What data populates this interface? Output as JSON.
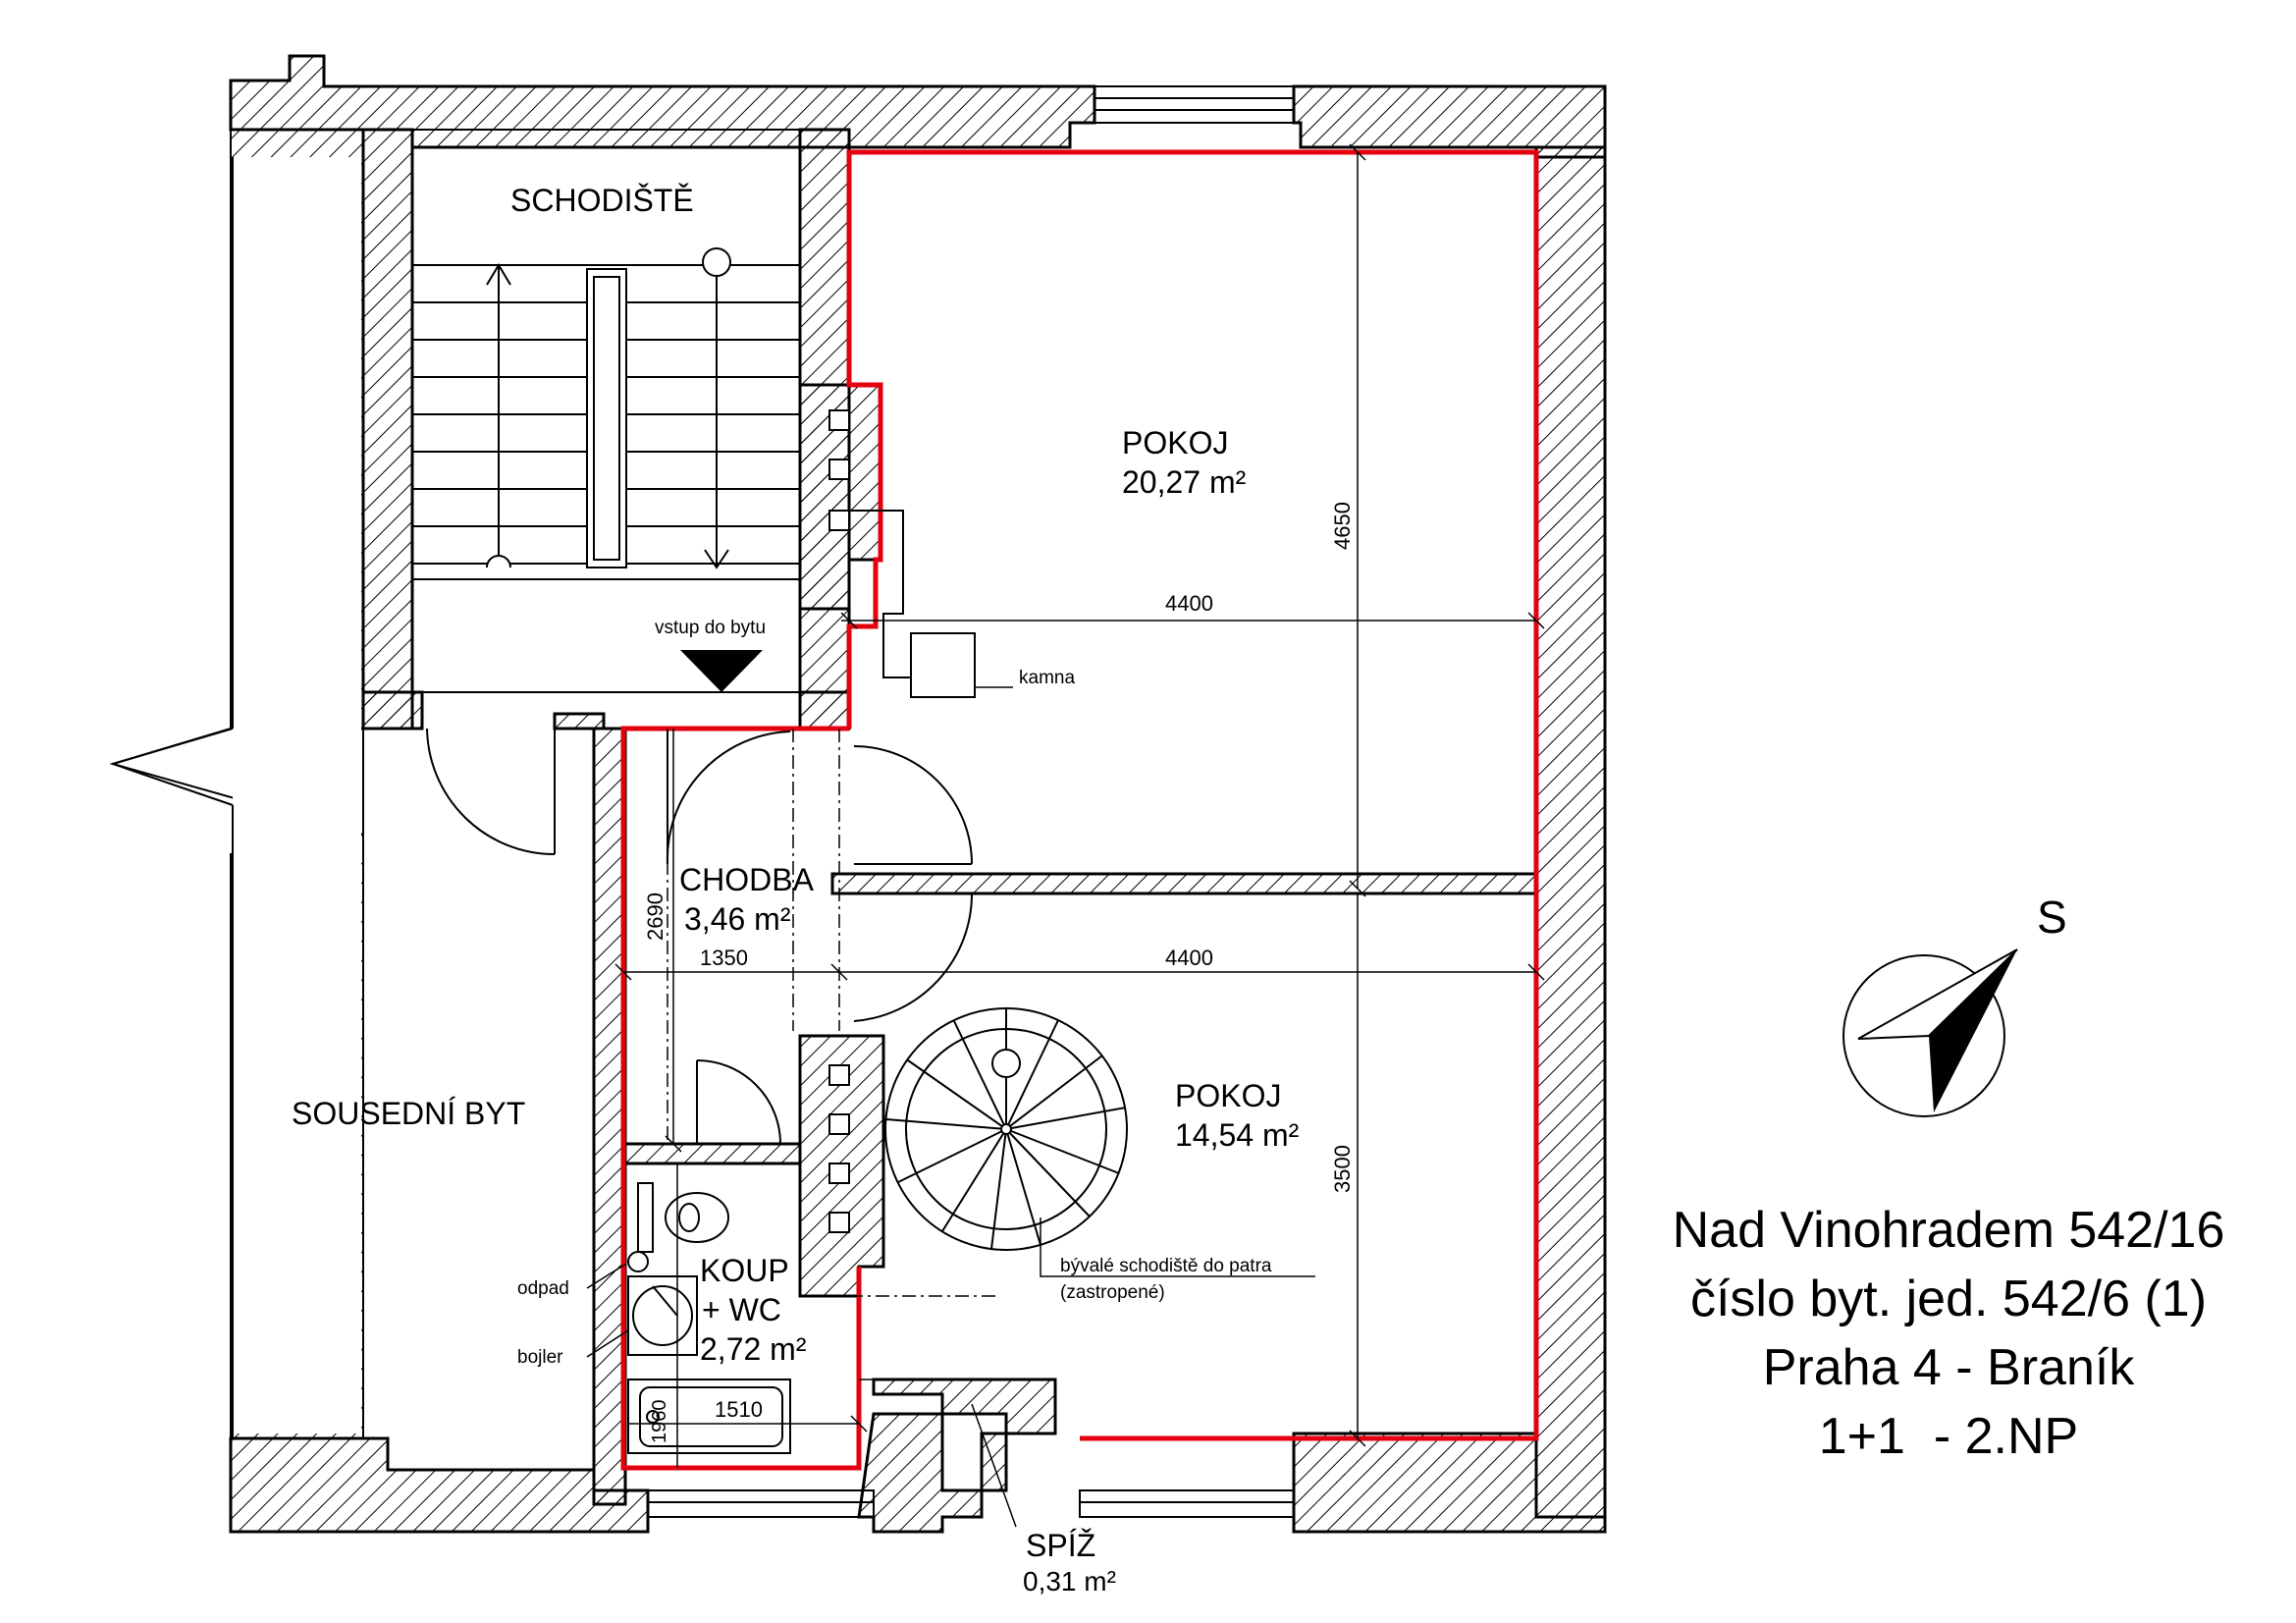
{
  "rooms": {
    "stairwell": {
      "name": "SCHODIŠTĚ"
    },
    "room1": {
      "name": "POKOJ",
      "area": "20,27 m²"
    },
    "corridor": {
      "name": "CHODBA",
      "area": "3,46 m²"
    },
    "room2": {
      "name": "POKOJ",
      "area": "14,54 m²"
    },
    "bathroom": {
      "name_line1": "KOUP",
      "name_line2": "+ WC",
      "area": "2,72 m²"
    },
    "pantry": {
      "name": "SPÍŽ",
      "area": "0,31 m²"
    },
    "neighbour": {
      "name": "SOUSEDNÍ BYT"
    }
  },
  "labels": {
    "entrance": "vstup do bytu",
    "stove": "kamna",
    "drain": "odpad",
    "boiler": "bojler",
    "old_stairs_line1": "bývalé schodiště do patra",
    "old_stairs_line2": "(zastropené)"
  },
  "dimensions": {
    "room1_width": "4400",
    "room1_depth": "4650",
    "room2_width": "4400",
    "room2_depth": "3500",
    "corridor_width": "1350",
    "corridor_depth": "2690",
    "bath_width": "1510",
    "bath_depth": "1960"
  },
  "compass": {
    "label": "S"
  },
  "title_block": {
    "line1": "Nad Vinohradem 542/16",
    "line2": "číslo byt. jed. 542/6 (1)",
    "line3": "Praha 4 - Braník",
    "line4": "1+1  - 2.NP"
  },
  "colors": {
    "outline": "#e3000f",
    "line": "#000000"
  }
}
